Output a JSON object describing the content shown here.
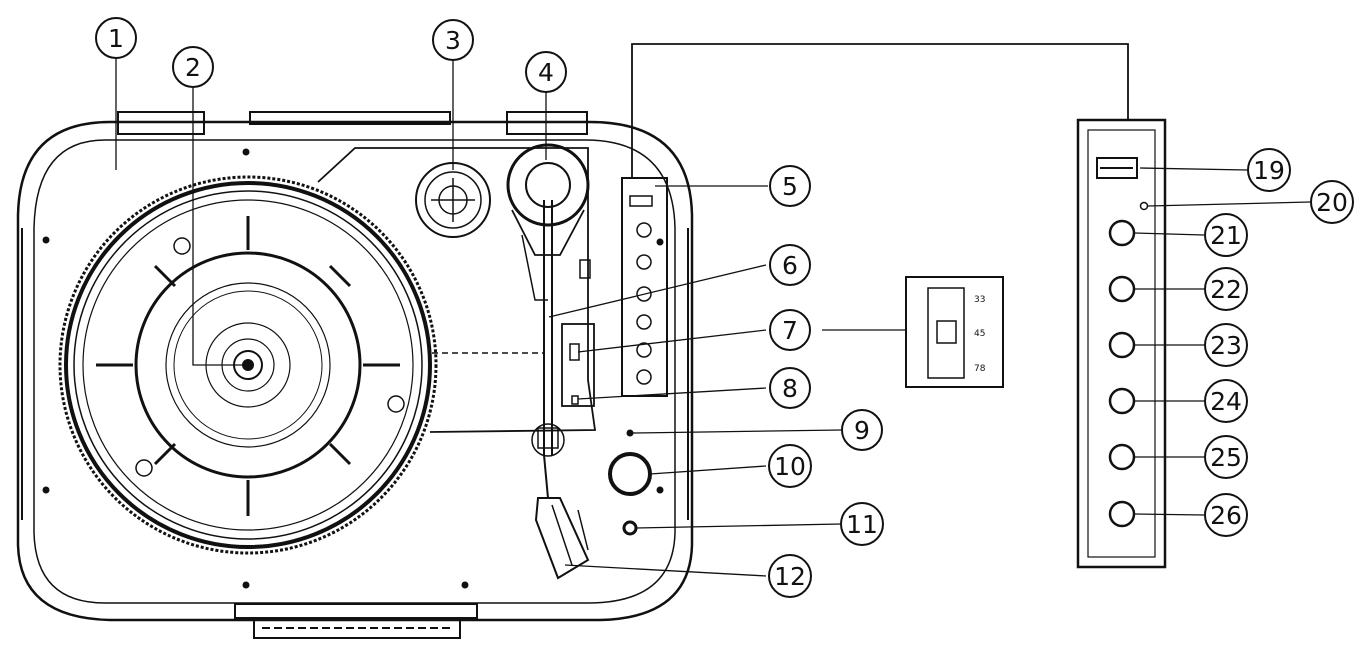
{
  "callouts": [
    "1",
    "2",
    "3",
    "4",
    "5",
    "6",
    "7",
    "8",
    "9",
    "10",
    "11",
    "12",
    "19",
    "20",
    "21",
    "22",
    "23",
    "24",
    "25",
    "26"
  ],
  "speed_selector": [
    "33",
    "45",
    "78"
  ],
  "colors": {
    "line": "#111111",
    "background": "#ffffff"
  }
}
